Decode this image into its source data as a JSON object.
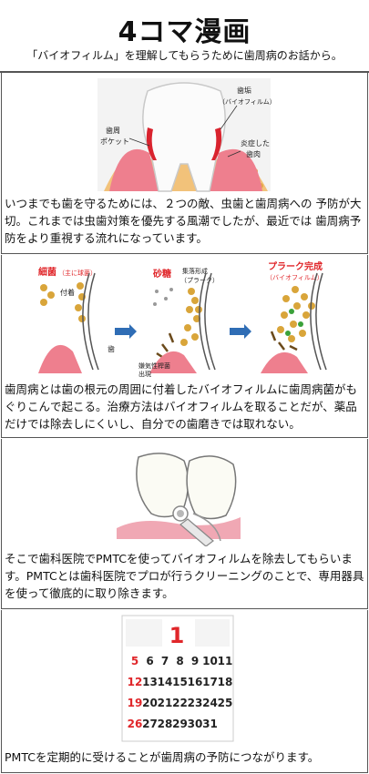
{
  "header": {
    "title": "4コマ漫画",
    "subtitle": "「バイオフィルム」を理解してもらうために歯周病のお話から。"
  },
  "panel1": {
    "labels": {
      "plaque": "歯垢",
      "biofilm": "（バイオフィルム）",
      "pocket_line1": "歯周",
      "pocket_line2": "ポケット",
      "gum_line1": "炎症した",
      "gum_line2": "歯肉"
    },
    "caption": "いつまでも歯を守るためには、２つの敵、虫歯と歯周病への 予防が大切。これまでは虫歯対策を優先する風潮でしたが、最近では 歯周病予防をより重視する流れになっています。"
  },
  "panel2": {
    "labels": {
      "bacteria": "細菌",
      "bacteria_sub": "（主に球菌）",
      "attach": "付着",
      "sugar": "砂糖",
      "colony_line1": "集落形成",
      "colony_line2": "（プラーク）",
      "plaque_done": "プラーク完成",
      "plaque_done_sub": "（バイオフィルム）",
      "tooth": "歯",
      "anaerobe_line1": "嫌気性桿菌",
      "anaerobe_line2": "出現"
    },
    "caption": "歯周病とは歯の根元の周囲に付着したバイオフィルムに歯周病菌がもぐりこんで起こる。治療方法はバイオフィルムを取ることだが、薬品だけでは除去しにくいし、自分での歯磨きでは取れない。"
  },
  "panel3": {
    "caption": "そこで歯科医院でPMTCを使ってバイオフィルムを除去してもらいます。PMTCとは歯科医院でプロが行うクリーニングのことで、専用器具を使って徹底的に取り除きます。"
  },
  "panel4": {
    "calendar": {
      "month": "1",
      "rows": [
        [
          "5",
          "6",
          "7",
          "8",
          "9",
          "10",
          "11"
        ],
        [
          "12",
          "13",
          "14",
          "15",
          "16",
          "17",
          "18"
        ],
        [
          "19",
          "20",
          "21",
          "22",
          "23",
          "24",
          "25"
        ],
        [
          "26",
          "27",
          "28",
          "29",
          "30",
          "31",
          ""
        ]
      ]
    },
    "caption": "PMTCを定期的に受けることが歯周病の予防につながります。"
  },
  "colors": {
    "accent_red": "#e0262a",
    "plaque_red": "#d9232e",
    "gum_pink": "#ee7f8e",
    "bacteria_gold": "#d9a53a",
    "arrow_blue": "#2f6db5"
  }
}
